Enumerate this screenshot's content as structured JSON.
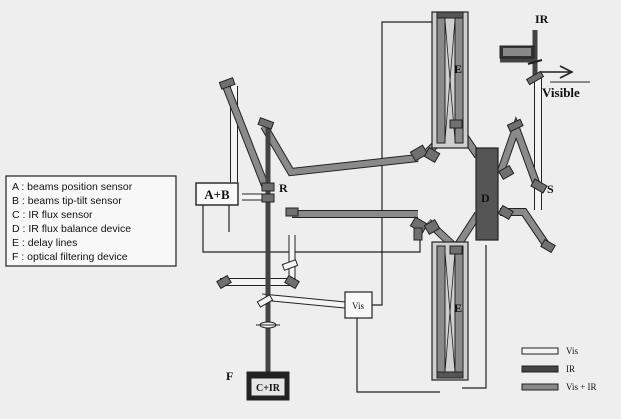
{
  "legend": {
    "items": [
      "A : beams position sensor",
      "B : beams tip-tilt sensor",
      "C : IR flux sensor",
      "D : IR flux balance device",
      "E : delay lines",
      "F : optical filtering device"
    ]
  },
  "labels": {
    "ab_box": "A+B",
    "r": "R",
    "s": "S",
    "d": "D",
    "e_top": "E",
    "e_bottom": "E",
    "vis_box": "Vis",
    "f": "F",
    "cir_box": "C+IR",
    "ir": "IR",
    "visible": "Visible"
  },
  "key": {
    "items": [
      "Vis",
      "IR",
      "Vis + IR"
    ]
  },
  "colors": {
    "background": "#eeeeee",
    "vis_beam": "#f4f4f4",
    "ir_beam": "#444444",
    "visir_beam": "#8a8a8a",
    "mirror": "#707070",
    "outline": "#222222"
  }
}
